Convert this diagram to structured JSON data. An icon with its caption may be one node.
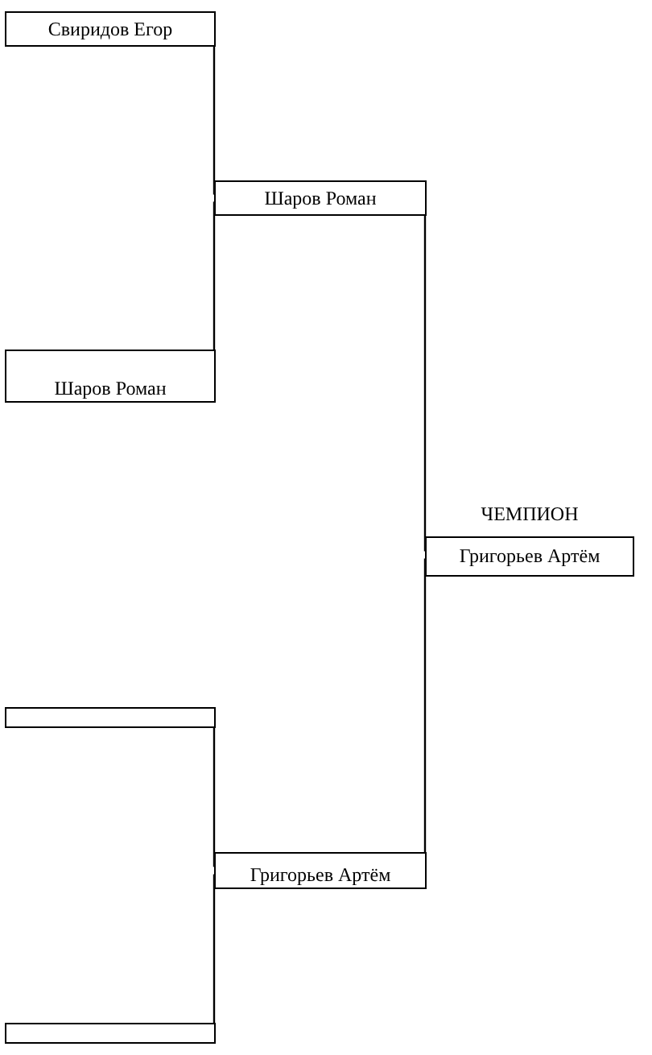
{
  "diagram": {
    "nodes": [
      {
        "text": [
          "Свиридов Егор"
        ]
      },
      {
        "text": [
          "Шаров Роман"
        ]
      },
      {
        "text": [
          "Шаров Роман"
        ]
      },
      {
        "text": [],
        "shape": "box"
      },
      {
        "text": [],
        "shape": "box"
      },
      {
        "text": [
          "Григорьев Артём"
        ]
      },
      {
        "text": [
          "ЧЕМПИОН",
          "Григорьев Артём"
        ]
      }
    ],
    "edges": [
      {
        "from": 0,
        "to": 2,
        "arrow": "none"
      },
      {
        "from": 1,
        "to": 2,
        "arrow": "none"
      },
      {
        "from": 3,
        "to": 5,
        "arrow": "none"
      },
      {
        "from": 4,
        "to": 5,
        "arrow": "none"
      },
      {
        "from": 2,
        "to": 6,
        "arrow": "none"
      },
      {
        "from": 5,
        "to": 6,
        "arrow": "none"
      }
    ]
  }
}
